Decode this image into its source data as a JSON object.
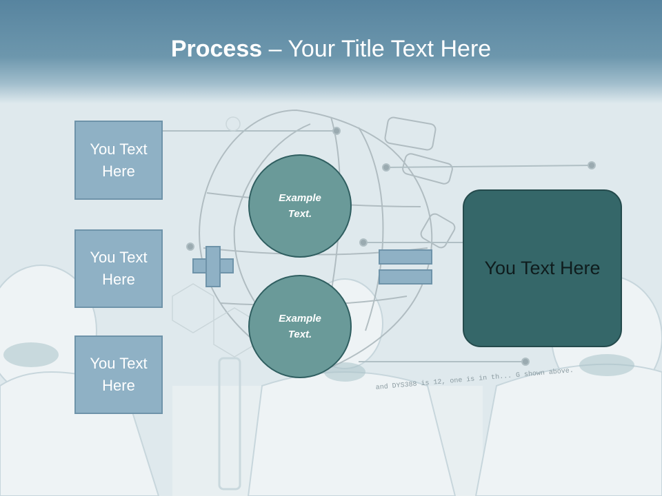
{
  "title": {
    "bold": "Process",
    "rest": " – Your Title Text Here"
  },
  "left_boxes": [
    {
      "label": "You Text Here"
    },
    {
      "label": "You Text Here"
    },
    {
      "label": "You Text Here"
    }
  ],
  "circles": [
    {
      "label": "Example Text."
    },
    {
      "label": "Example Text."
    }
  ],
  "result_box": {
    "label": "You Text Here"
  },
  "background": {
    "caption": "and DYS388 is 12, one is in th... G shown above."
  },
  "colors": {
    "box_fill": "#8fb1c5",
    "circle_fill": "#6a9a99",
    "result_fill": "#356769",
    "title_bar": "#6d97ad"
  }
}
